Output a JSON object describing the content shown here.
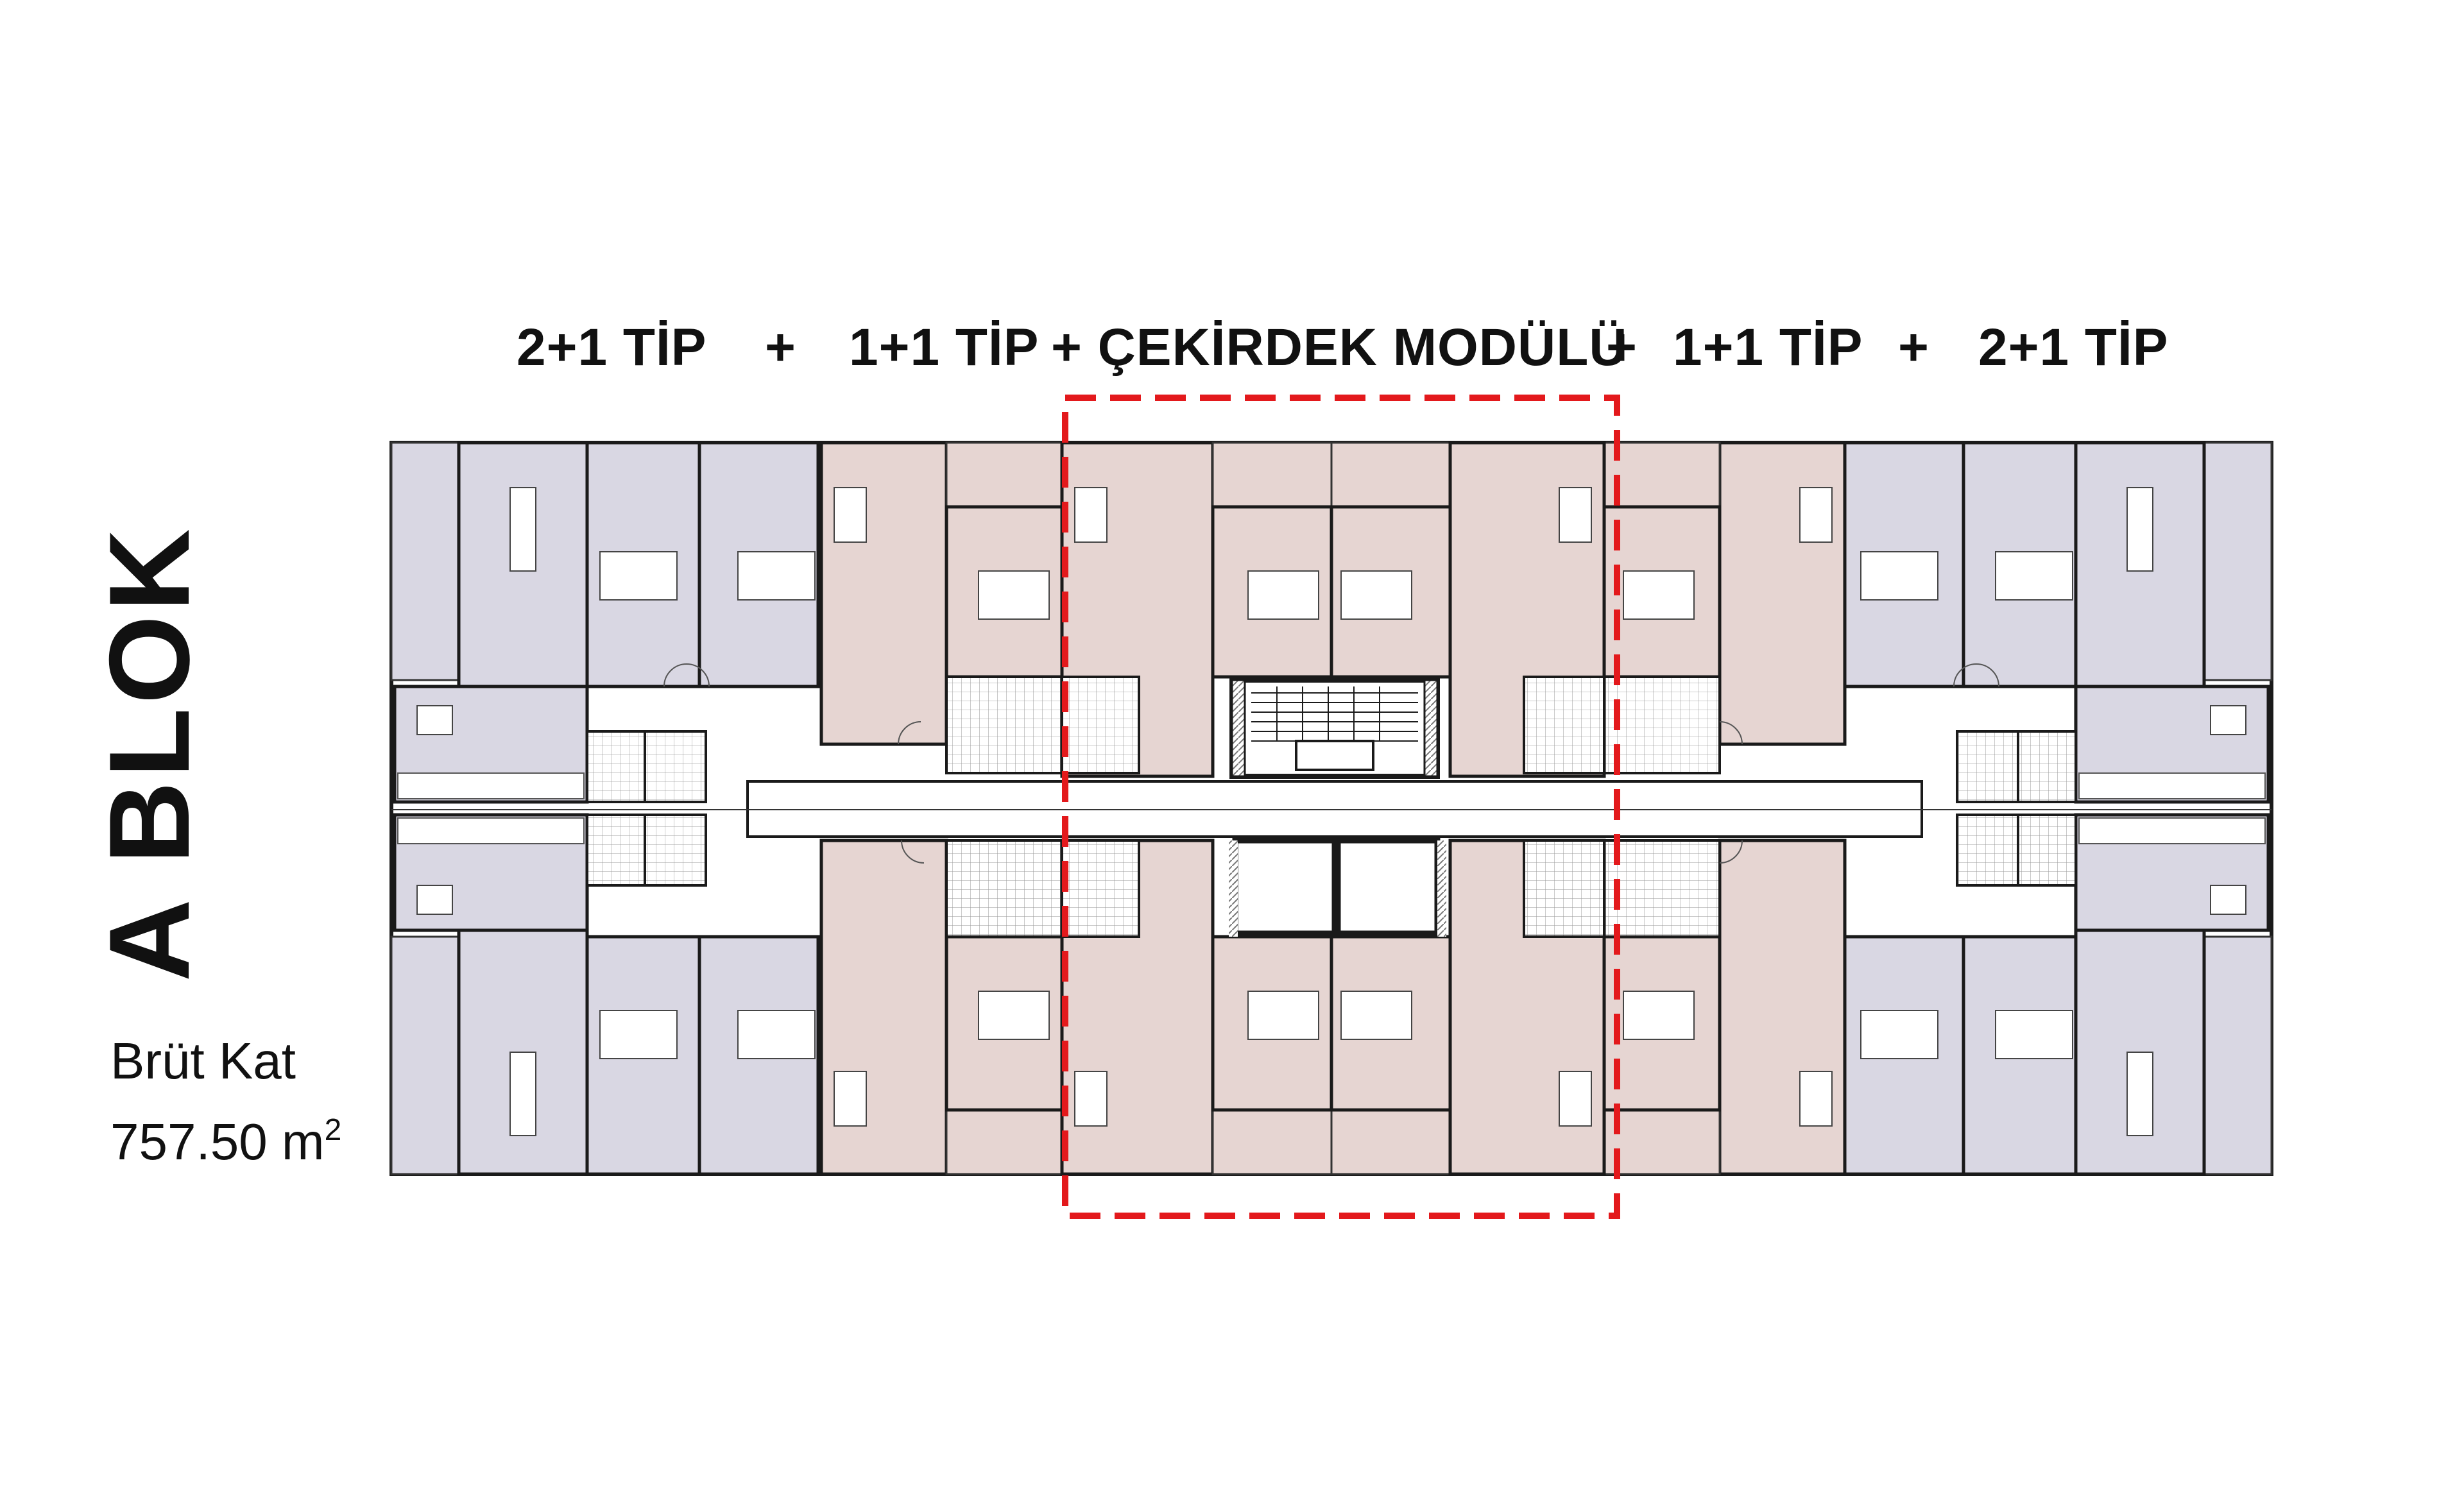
{
  "header": {
    "labels": [
      "2+1 TİP",
      "+",
      "1+1 TİP",
      "+ ÇEKİRDEK MODÜLÜ",
      "+",
      "1+1 TİP",
      "+",
      "2+1 TİP"
    ]
  },
  "block": {
    "title": "A BLOK",
    "area_label": "Brüt Kat",
    "area_value": "757.50 m",
    "area_unit_sup": "2"
  },
  "colors": {
    "unit_2plus1": "#d9d7e3",
    "unit_1plus1": "#e6d5d2",
    "core": "#e6d5d2",
    "corridor": "#ffffff",
    "wall": "#1a1a1a",
    "highlight": "#e3191c"
  },
  "icons": [
    "furniture-icon",
    "bed-icon",
    "sofa-icon",
    "stair-icon",
    "door-icon"
  ]
}
